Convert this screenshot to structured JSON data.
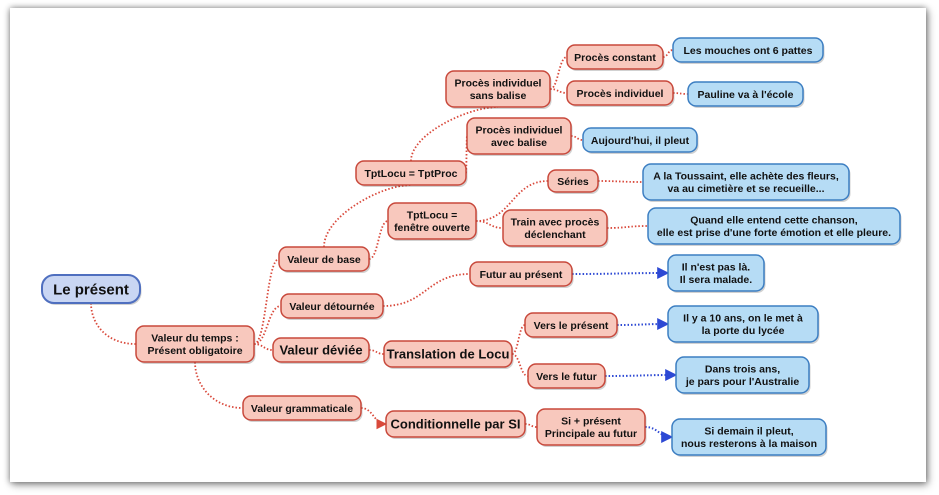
{
  "colors": {
    "red_fill": "#f8c8bd",
    "red_stroke": "#c8483b",
    "blue_fill": "#b6dcf5",
    "blue_stroke": "#3c7ec2",
    "root_fill": "#c9d6f3",
    "root_stroke": "#4f6fbf",
    "red_link": "#d9493b",
    "blue_link": "#2d49d4"
  },
  "nodes": [
    {
      "id": "root",
      "label": "Le présent"
    },
    {
      "id": "valeur-temps",
      "label": "Valeur du temps :\nPrésent obligatoire"
    },
    {
      "id": "valeur-base",
      "label": "Valeur de base"
    },
    {
      "id": "valeur-detournee",
      "label": "Valeur détournée"
    },
    {
      "id": "valeur-deviee",
      "label": "Valeur déviée"
    },
    {
      "id": "valeur-grammaticale",
      "label": "Valeur grammaticale"
    },
    {
      "id": "tptlocu-tptproc",
      "label": "TptLocu = TptProc"
    },
    {
      "id": "tptlocu-fenetre",
      "label": "TptLocu =\nfenêtre ouverte"
    },
    {
      "id": "proces-sans-balise",
      "label": "Procès individuel\nsans balise"
    },
    {
      "id": "proces-avec-balise",
      "label": "Procès individuel\navec balise"
    },
    {
      "id": "proces-constant",
      "label": "Procès constant"
    },
    {
      "id": "proces-individuel",
      "label": "Procès individuel"
    },
    {
      "id": "series",
      "label": "Séries"
    },
    {
      "id": "train",
      "label": "Train avec procès\ndéclenchant"
    },
    {
      "id": "futur-present",
      "label": "Futur au présent"
    },
    {
      "id": "translation-locu",
      "label": "Translation de Locu"
    },
    {
      "id": "vers-present",
      "label": "Vers le présent"
    },
    {
      "id": "vers-futur",
      "label": "Vers le futur"
    },
    {
      "id": "conditionnelle-si",
      "label": "Conditionnelle par SI"
    },
    {
      "id": "si-present",
      "label": "Si + présent\nPrincipale au futur"
    },
    {
      "id": "ex-mouches",
      "label": "Les mouches ont 6 pattes"
    },
    {
      "id": "ex-pauline",
      "label": "Pauline va à l'école"
    },
    {
      "id": "ex-aujourdhui",
      "label": "Aujourd'hui, il pleut"
    },
    {
      "id": "ex-toussaint",
      "label": "A la Toussaint, elle achète des fleurs,\nva au cimetière et se recueille..."
    },
    {
      "id": "ex-chanson",
      "label": "Quand elle entend cette chanson,\nelle est prise d'une forte émotion et elle pleure."
    },
    {
      "id": "ex-malade",
      "label": "Il n'est pas là.\nIl sera malade."
    },
    {
      "id": "ex-lycee",
      "label": "Il y a 10 ans, on le met à\nla porte du lycée"
    },
    {
      "id": "ex-australie",
      "label": "Dans trois ans,\nje pars pour l'Australie"
    },
    {
      "id": "ex-maison",
      "label": "Si demain il pleut,\nnous resterons à la maison"
    }
  ]
}
